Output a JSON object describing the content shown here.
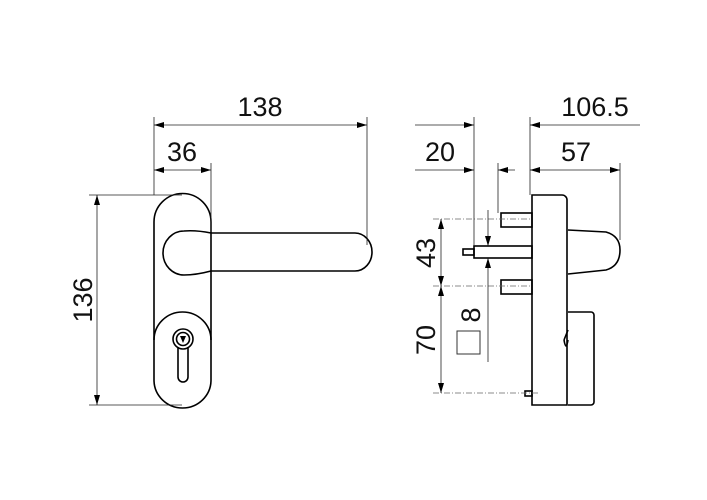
{
  "front_view": {
    "dim_overall_length": "138",
    "dim_plate_width": "36",
    "dim_plate_height": "136"
  },
  "side_view": {
    "dim_overall_depth": "106.5",
    "dim_spindle_projection": "20",
    "dim_handle_projection": "57",
    "dim_spindle_to_screw": "43",
    "dim_screw_to_bottom": "70",
    "dim_spindle_square": "8"
  }
}
